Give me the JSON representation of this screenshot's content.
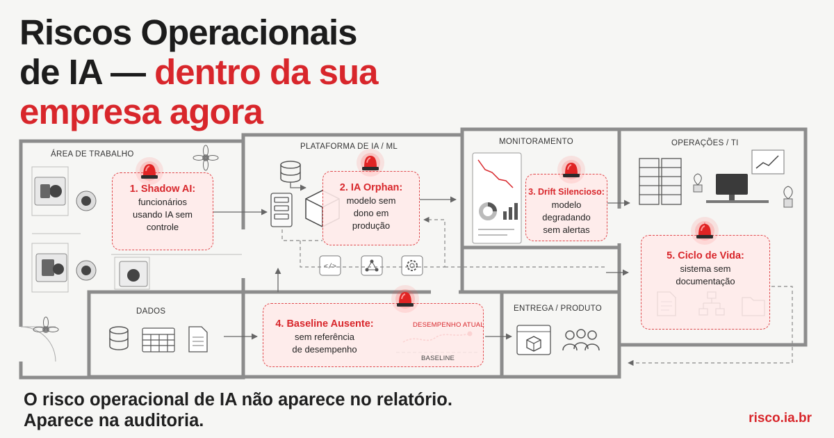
{
  "title": {
    "line1": "Riscos Operacionais",
    "line2_dark": "de IA — ",
    "line2_red": "dentro da sua",
    "line3_red": "empresa agora"
  },
  "zones": {
    "workspace": "ÁREA DE TRABALHO",
    "platform": "PLATAFORMA DE IA / ML",
    "monitoring": "MONITORAMENTO",
    "operations": "OPERAÇÕES / TI",
    "data": "DADOS",
    "delivery": "ENTREGA / PRODUTO"
  },
  "risks": [
    {
      "title": "1. Shadow AI:",
      "desc": [
        "funcionários",
        "usando IA sem",
        "controle"
      ]
    },
    {
      "title": "2. IA Orphan:",
      "desc": [
        "modelo sem",
        "dono em",
        "produção"
      ]
    },
    {
      "title": "3. Drift Silencioso:",
      "desc": [
        "modelo",
        "degradando",
        "sem alertas"
      ]
    },
    {
      "title": "4. Baseline Ausente:",
      "desc": [
        "sem referência",
        "de desempenho"
      ]
    },
    {
      "title": "5. Ciclo de Vida:",
      "desc": [
        "sistema sem",
        "documentação"
      ]
    }
  ],
  "baseline_chart": {
    "current_label": "DESEMPENHO ATUAL",
    "baseline_label": "BASELINE"
  },
  "footer": {
    "tagline_line1": "O risco operacional de IA não aparece no relatório.",
    "tagline_line2": "Aparece na auditoria.",
    "url": "risco.ia.br"
  },
  "colors": {
    "accent": "#d8262b",
    "text": "#1c1c1c",
    "wall": "#8c8c8c",
    "risk_fill": "#ffebe9"
  },
  "icons": [
    "alarm-siren-icon",
    "desk-person-icon",
    "plant-icon",
    "database-icon",
    "server-icon",
    "cube-icon",
    "code-icon",
    "network-icon",
    "gear-icon",
    "line-chart-icon",
    "donut-chart-icon",
    "bar-chart-icon",
    "server-rack-icon",
    "monitor-icon",
    "spreadsheet-icon",
    "document-icon",
    "flowchart-icon",
    "folder-icon",
    "browser-cube-icon",
    "users-icon"
  ]
}
